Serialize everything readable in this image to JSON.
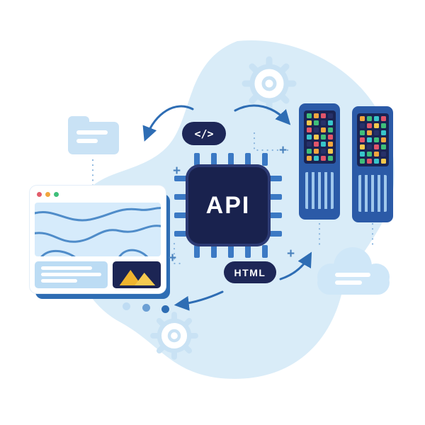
{
  "chip": {
    "label": "API"
  },
  "badges": {
    "code": "</>",
    "html": "HTML"
  },
  "window": {
    "dot_colors": [
      "#e25c6a",
      "#f2a63e",
      "#3fbf7a"
    ]
  },
  "decorations": {
    "plus_glyph": "+"
  },
  "colors": {
    "navy": "#1d2757",
    "chip_navy": "#19224e",
    "accent_blue": "#2e6db4",
    "blob_blue": "#d9ecf8",
    "light_blue": "#c9e2f5",
    "server_blue": "#2b5aa7",
    "mountain_gold": "#f0b42e",
    "led_palette": [
      "#3fbf7a",
      "#f2a63e",
      "#e2556a",
      "#38c6cb",
      "#f5c84c",
      "#273169"
    ]
  },
  "icons": [
    "folder-icon",
    "gear-icon",
    "cloud-icon",
    "browser-window-icon",
    "map-preview",
    "image-thumbnail-icon",
    "server-rack-icon",
    "api-chip-icon",
    "code-tag-badge",
    "html-badge",
    "curved-arrow-icon",
    "plus-mark",
    "dot-marker"
  ],
  "servers": {
    "racks": [
      {
        "leds": [
          [
            "#3fbf7a",
            "#f2a63e",
            "#e2556a",
            "#273169"
          ],
          [
            "#f5c84c",
            "#3fbf7a",
            "#273169",
            "#38c6cb"
          ],
          [
            "#e2556a",
            "#273169",
            "#f2a63e",
            "#3fbf7a"
          ],
          [
            "#38c6cb",
            "#f5c84c",
            "#3fbf7a",
            "#e2556a"
          ],
          [
            "#273169",
            "#e2556a",
            "#38c6cb",
            "#f2a63e"
          ],
          [
            "#3fbf7a",
            "#f2a63e",
            "#273169",
            "#f5c84c"
          ],
          [
            "#f2a63e",
            "#38c6cb",
            "#e2556a",
            "#3fbf7a"
          ]
        ]
      },
      {
        "leds": [
          [
            "#f2a63e",
            "#3fbf7a",
            "#38c6cb",
            "#e2556a"
          ],
          [
            "#273169",
            "#e2556a",
            "#f5c84c",
            "#3fbf7a"
          ],
          [
            "#3fbf7a",
            "#f2a63e",
            "#273169",
            "#38c6cb"
          ],
          [
            "#e2556a",
            "#38c6cb",
            "#3fbf7a",
            "#f2a63e"
          ],
          [
            "#f5c84c",
            "#273169",
            "#e2556a",
            "#3fbf7a"
          ],
          [
            "#38c6cb",
            "#3fbf7a",
            "#f2a63e",
            "#273169"
          ],
          [
            "#3fbf7a",
            "#e2556a",
            "#38c6cb",
            "#f5c84c"
          ]
        ]
      }
    ]
  }
}
